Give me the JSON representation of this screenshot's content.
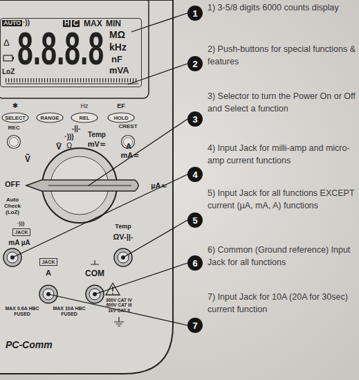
{
  "diagram": {
    "nodes": [
      {
        "text": [
          "AUTO",
          "·))",
          "H",
          "C",
          "MAX",
          "MIN",
          "8.8.8.8",
          "MΩ",
          "kHz",
          "nF",
          "mVA",
          "Δ",
          "LoZ"
        ]
      },
      {
        "text": [
          "1"
        ]
      },
      {
        "text": [
          "2"
        ]
      },
      {
        "text": [
          "SELECT"
        ]
      },
      {
        "text": [
          "RANGE"
        ]
      },
      {
        "text": [
          "REL"
        ]
      },
      {
        "text": [
          "HOLD"
        ]
      },
      {
        "text": [
          "REC"
        ]
      },
      {
        "text": [
          "CREST"
        ]
      },
      {
        "text": [
          "3"
        ]
      },
      {
        "text": [
          "4"
        ]
      },
      {
        "text": [
          "5"
        ]
      },
      {
        "text": [
          "JACK"
        ]
      },
      {
        "text": [
          "6"
        ]
      },
      {
        "text": [
          "JACK"
        ]
      },
      {
        "text": [
          "7"
        ]
      }
    ],
    "labels": [
      "1) 3-5/8 digits 6000 counts display",
      "2) Push-buttons for special functions & features",
      "3) Selector to turn the Power On or Off and Select a function",
      "4) Input Jack for milli-amp and micro-amp current functions",
      "5) Input Jack for all functions EXCEPT current (µA, mA, A) functions",
      "6) Common (Ground reference) Input Jack for all functions",
      "7) Input Jack for 10A (20A for 30sec) current function",
      "✱",
      "Hz",
      "EF",
      "-||-",
      "·)))",
      "Ω",
      "Temp",
      "mV≂",
      "A",
      "mA≂",
      "V̄",
      "Ṽ",
      "OFF",
      "Auto Check (LoZ)",
      "µA≂",
      "·)))",
      "mA µA",
      "Temp",
      "ΩV-||-",
      "A",
      "COM",
      "MAX 0.6A HBC FUSED",
      "MAX 10A HBC FUSED",
      "300V CAT IV 600V CAT III 1kV CAT II",
      "PC-Comm"
    ]
  }
}
